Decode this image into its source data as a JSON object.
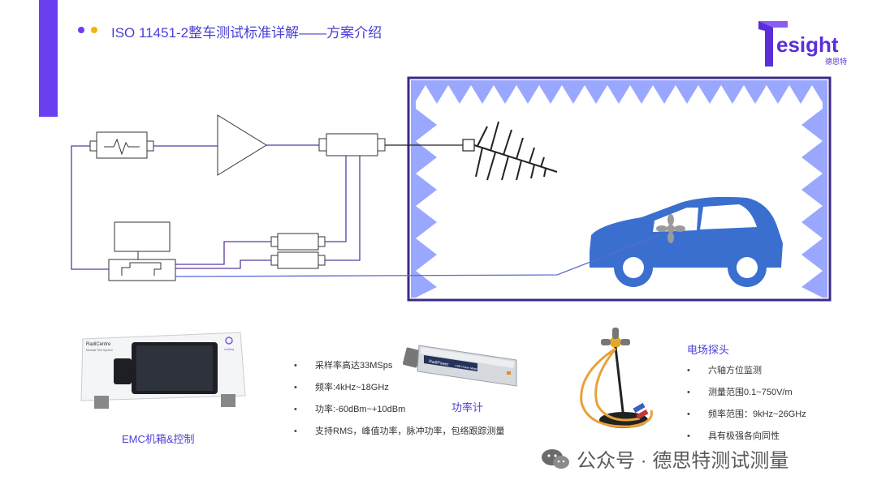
{
  "header": {
    "title": "ISO 11451-2整车测试标准详解——方案介绍",
    "dot_colors": [
      "#6a3ff0",
      "#f4b400"
    ]
  },
  "logo": {
    "main": "esight",
    "sub": "德思特"
  },
  "devices": {
    "emc_box": {
      "caption": "EMC机箱&控制",
      "brand": "RadiCentre",
      "brand_sub": "Modular Test System",
      "maker": "raditeq"
    },
    "power_meter": {
      "caption": "功率计",
      "label": "RadiPower",
      "label_sub": "USB Power Meter",
      "specs": [
        "采样率高达33MSps",
        "频率:4kHz~18GHz",
        "功率:-60dBm~+10dBm",
        "支持RMS，峰值功率，脉冲功率，包络跟踪测量"
      ]
    },
    "probe": {
      "title": "电场探头",
      "specs": [
        "六轴方位监测",
        "测量范围0.1~750V/m",
        "频率范围：9kHz~26GHz",
        "具有极强各向同性"
      ]
    }
  },
  "watermark": {
    "text": "公众号 · 德思特测试测量"
  },
  "colors": {
    "accent": "#6a3ff0",
    "chamber": "#9aa7ff",
    "car": "#3a6fd0",
    "line": "#5b3aa0"
  }
}
